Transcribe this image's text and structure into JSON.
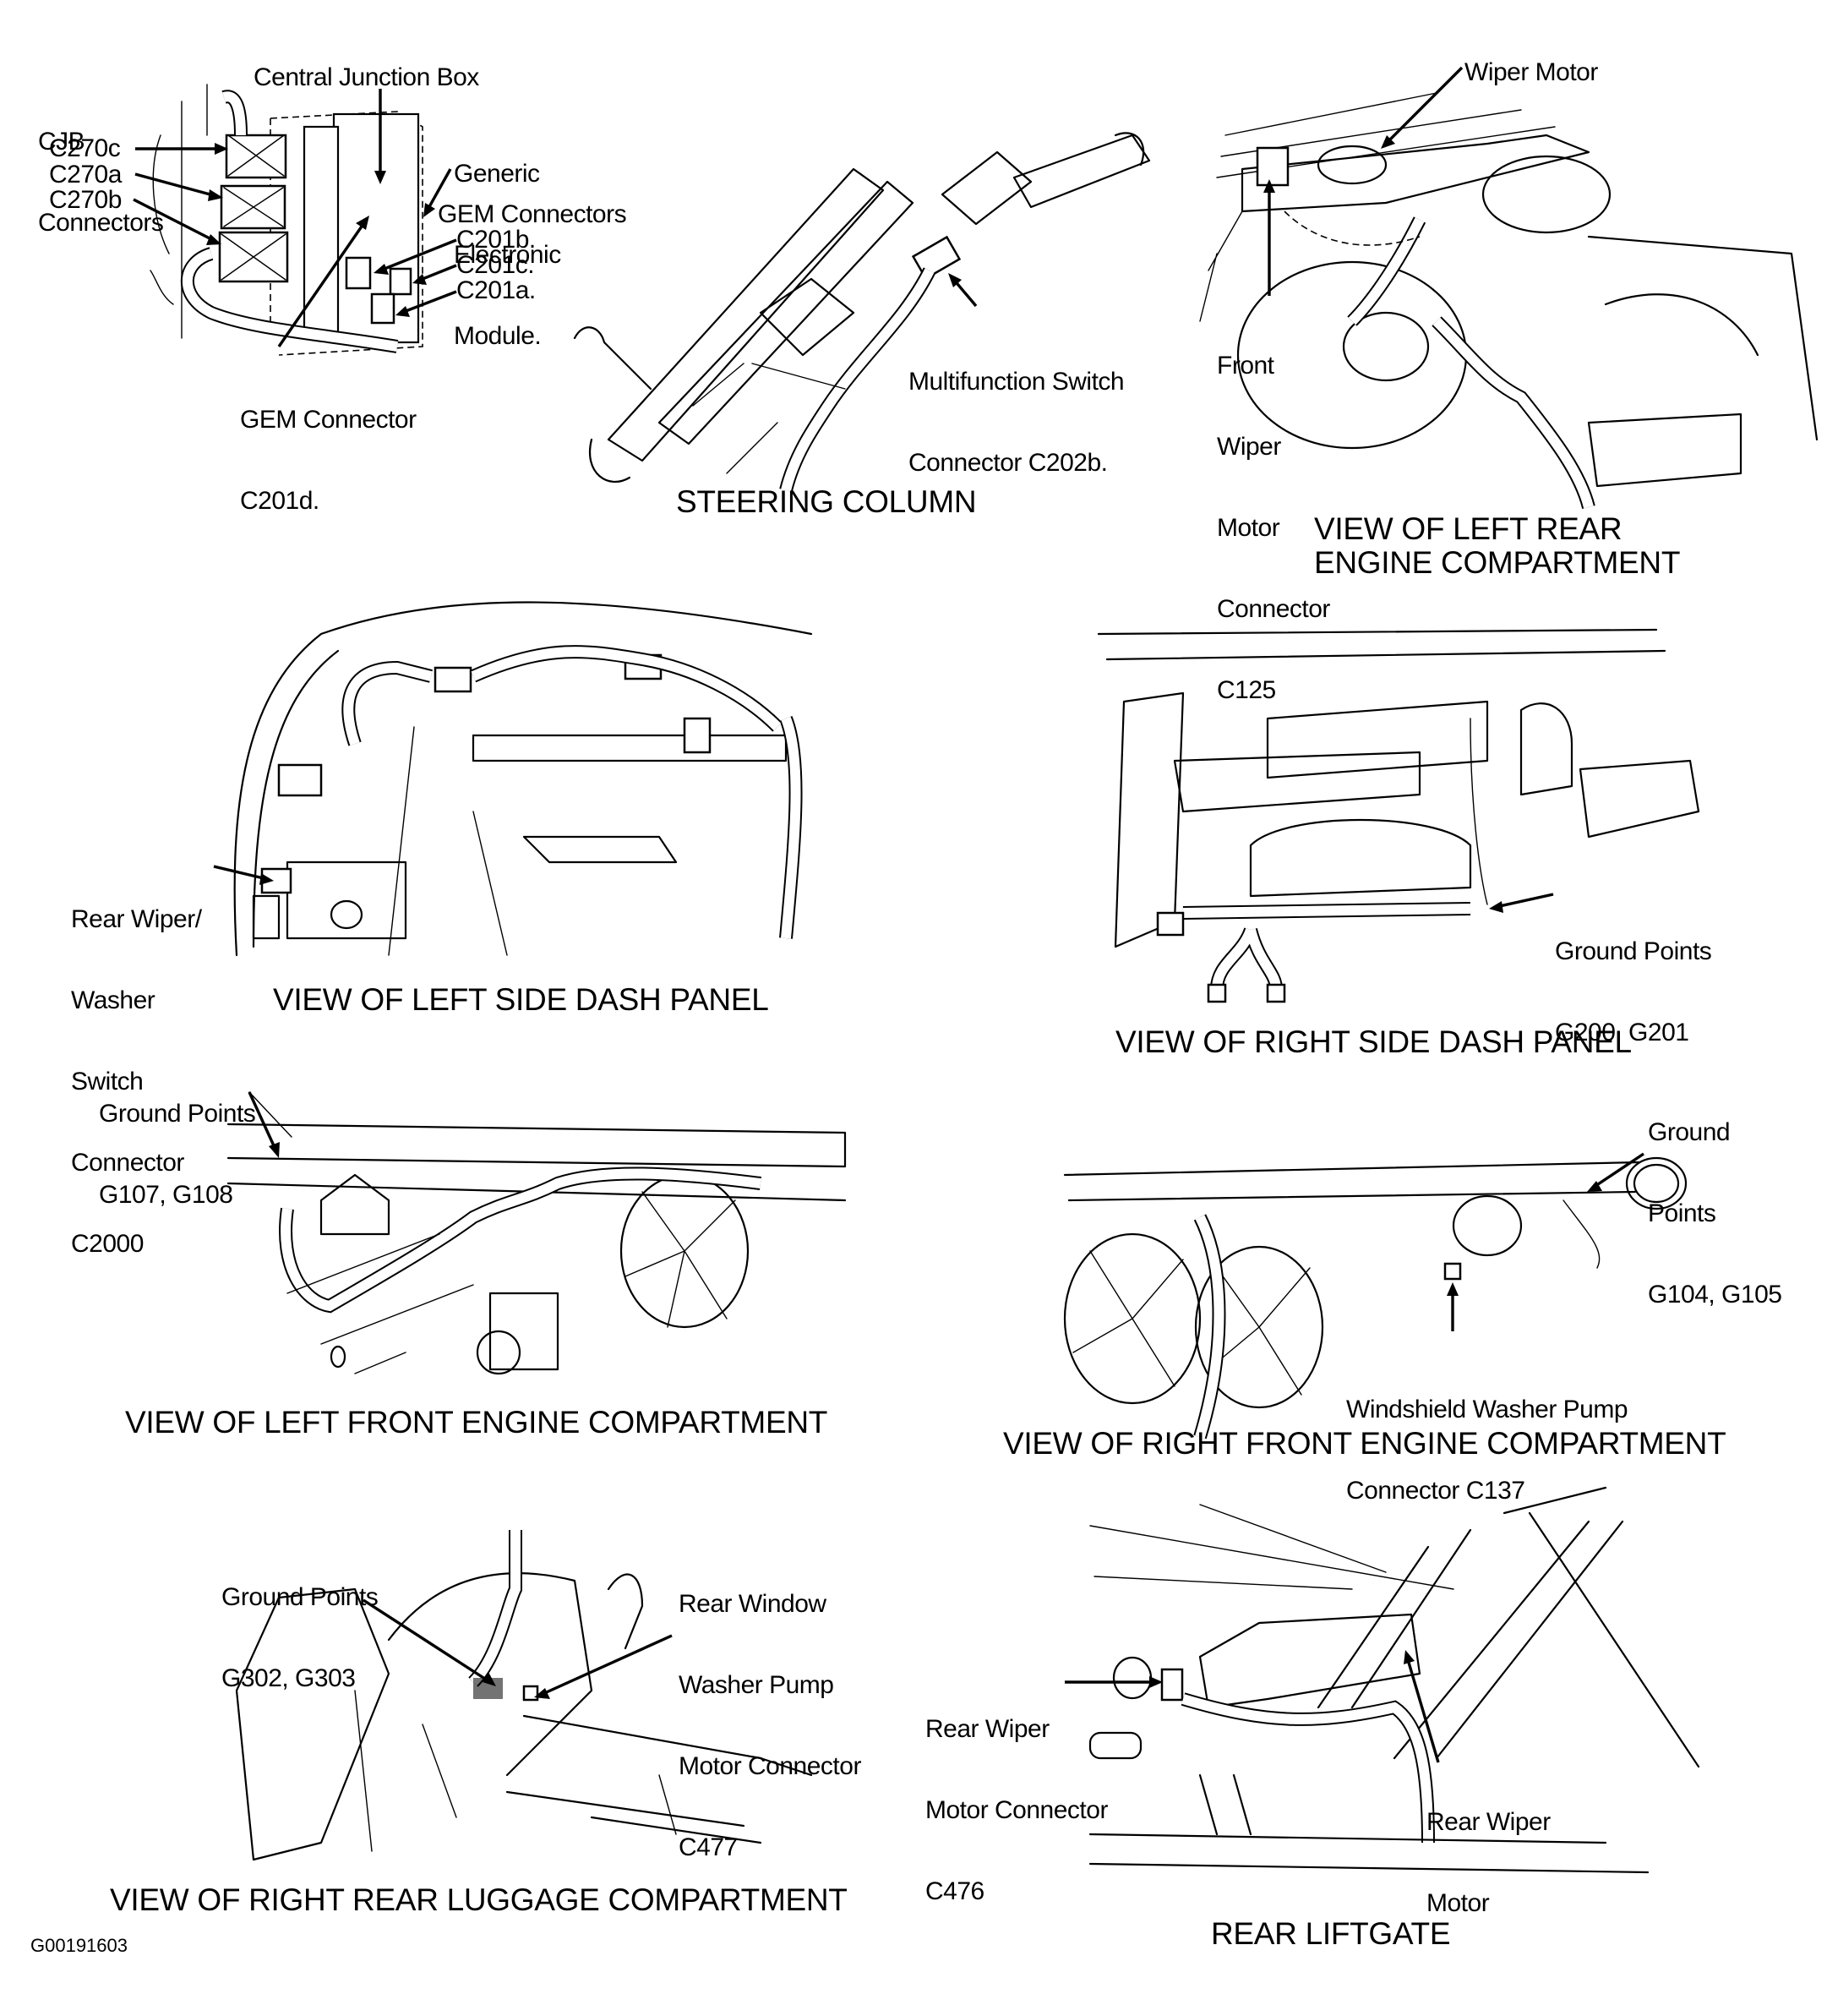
{
  "figure_id": "G00191603",
  "panels": {
    "central_junction_box": {
      "labels": {
        "cjb_connectors": [
          "CJB",
          "Connectors"
        ],
        "c270c": "C270c",
        "c270a": "C270a",
        "c270b": "C270b",
        "central_junction_box": "Central Junction Box",
        "generic_electronic_module": [
          "Generic",
          "Electronic",
          "Module."
        ],
        "gem_connectors": "GEM Connectors",
        "c201b": "C201b.",
        "c201c": "C201c.",
        "c201a": "C201a.",
        "gem_connector_c201d": [
          "GEM Connector",
          "C201d."
        ]
      }
    },
    "steering_column": {
      "caption": "STEERING COLUMN",
      "labels": {
        "multifunction_switch": [
          "Multifunction Switch",
          "Connector C202b."
        ]
      }
    },
    "left_rear_engine": {
      "caption": [
        "VIEW OF LEFT REAR",
        "ENGINE COMPARTMENT"
      ],
      "labels": {
        "wiper_motor": "Wiper Motor",
        "front_wiper_motor_connector": [
          "Front",
          "Wiper",
          "Motor",
          "Connector",
          "C125"
        ]
      }
    },
    "left_side_dash": {
      "caption": "VIEW OF LEFT SIDE DASH PANEL",
      "labels": {
        "rear_wiper_washer_switch": [
          "Rear Wiper/",
          "Washer",
          "Switch",
          "Connector",
          "C2000"
        ]
      }
    },
    "right_side_dash": {
      "caption": "VIEW OF RIGHT SIDE DASH PANEL",
      "labels": {
        "ground_points": [
          "Ground Points",
          "G200, G201"
        ]
      }
    },
    "left_front_engine": {
      "caption": "VIEW OF LEFT FRONT ENGINE COMPARTMENT",
      "labels": {
        "ground_points": [
          "Ground Points",
          "G107, G108"
        ]
      }
    },
    "right_front_engine": {
      "caption": "VIEW OF RIGHT FRONT ENGINE COMPARTMENT",
      "labels": {
        "ground_points": [
          "Ground",
          "Points",
          "G104, G105"
        ],
        "washer_pump_connector": [
          "Windshield Washer Pump",
          "Connector C137"
        ]
      }
    },
    "right_rear_luggage": {
      "caption": "VIEW OF RIGHT REAR LUGGAGE COMPARTMENT",
      "labels": {
        "ground_points": [
          "Ground Points",
          "G302, G303"
        ],
        "rear_window_washer_pump": [
          "Rear Window",
          "Washer Pump",
          "Motor Connector",
          "C477"
        ]
      }
    },
    "rear_liftgate": {
      "caption": "REAR LIFTGATE",
      "labels": {
        "rear_wiper_motor_connector": [
          "Rear Wiper",
          "Motor Connector",
          "C476"
        ],
        "rear_wiper_motor": [
          "Rear Wiper",
          "Motor"
        ]
      }
    }
  }
}
